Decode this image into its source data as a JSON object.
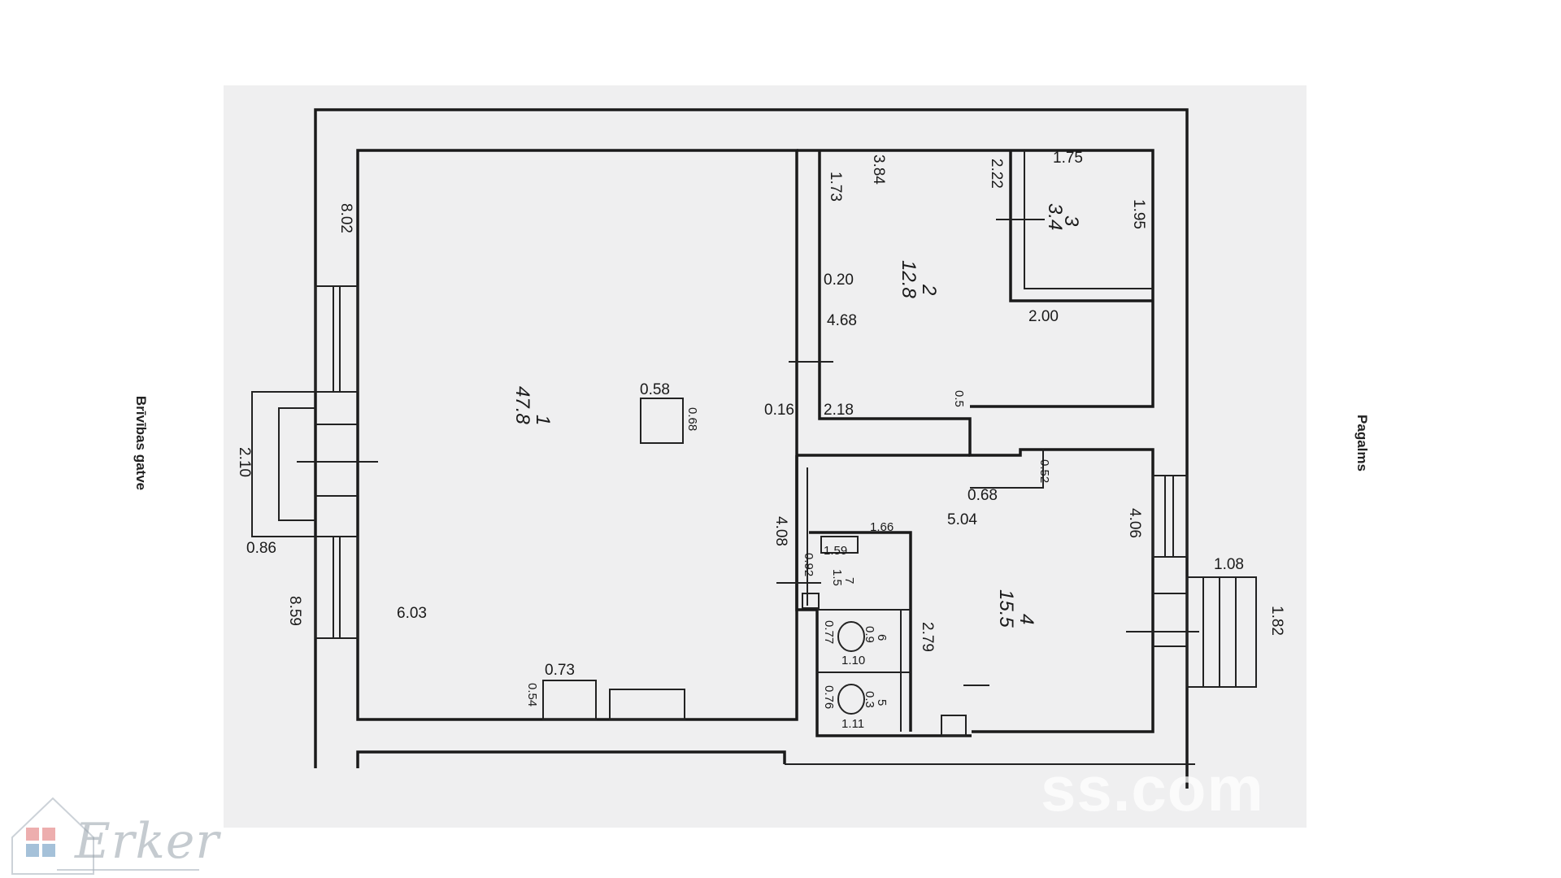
{
  "labels": {
    "street": "Brīvības gatve",
    "yard": "Pagalms"
  },
  "watermarks": {
    "site": "ss.com",
    "agency": "Erker"
  },
  "rooms": {
    "r1": {
      "no": "1",
      "area": "47.8"
    },
    "r2": {
      "no": "2",
      "area": "12.8"
    },
    "r3": {
      "no": "3",
      "area": "3.4"
    },
    "r4": {
      "no": "4",
      "area": "15.5"
    },
    "r5": {
      "no": "5",
      "area": "0.3"
    },
    "r6": {
      "no": "6",
      "area": "0.9"
    },
    "r7": {
      "no": "7",
      "area": "1.5"
    }
  },
  "dims": {
    "d802": "8.02",
    "d210": "2.10",
    "d086": "0.86",
    "d859": "8.59",
    "d603": "6.03",
    "d073": "0.73",
    "d054": "0.54",
    "d058": "0.58",
    "d068a": "0.68",
    "d016": "0.16",
    "d173": "1.73",
    "d384": "3.84",
    "d222": "2.22",
    "d175": "1.75",
    "d195": "1.95",
    "d020": "0.20",
    "d468": "4.68",
    "d200": "2.00",
    "d218": "2.18",
    "d05": "0.5",
    "d068b": "0.68",
    "d052": "0.52",
    "d504": "5.04",
    "d406": "4.06",
    "d108": "1.08",
    "d182": "1.82",
    "d408": "4.08",
    "d092": "0.92",
    "d159": "1.59",
    "d166": "1.66",
    "d279": "2.79",
    "d110": "1.10",
    "d111": "1.11",
    "d077": "0.77",
    "d076": "0.76"
  },
  "colors": {
    "sheet": "#efeff0",
    "ink": "#1a1a1a",
    "logo_red": "#e89a9a",
    "logo_blue": "#8fb2cf"
  }
}
